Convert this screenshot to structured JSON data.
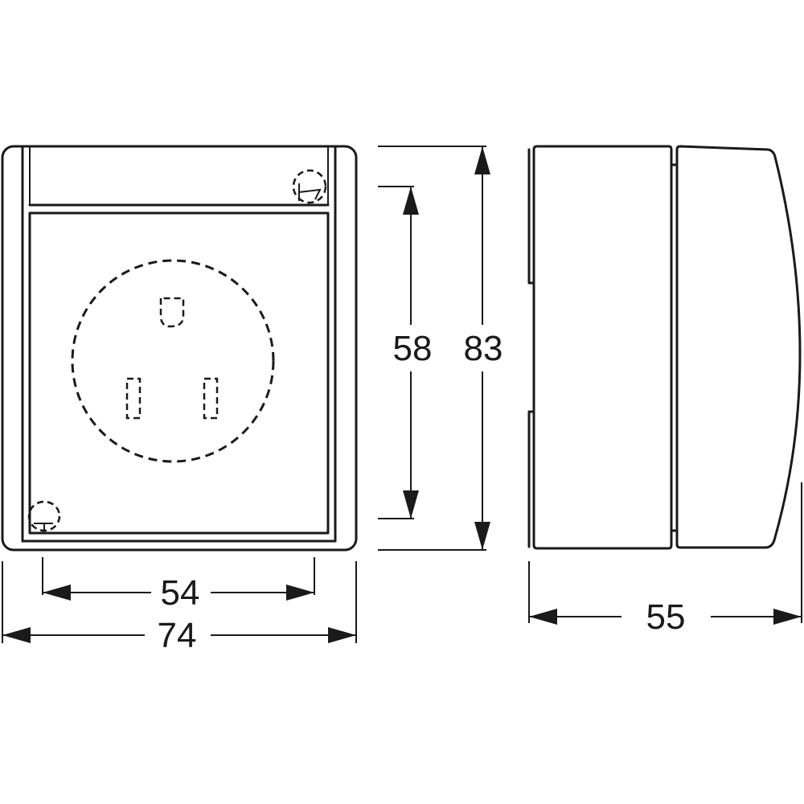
{
  "dimensions": {
    "front_inner_width": "54",
    "front_outer_width": "74",
    "front_inner_height": "58",
    "front_outer_height": "83",
    "side_depth": "55"
  },
  "colors": {
    "line": "#1a1a1a",
    "background": "#ffffff"
  }
}
